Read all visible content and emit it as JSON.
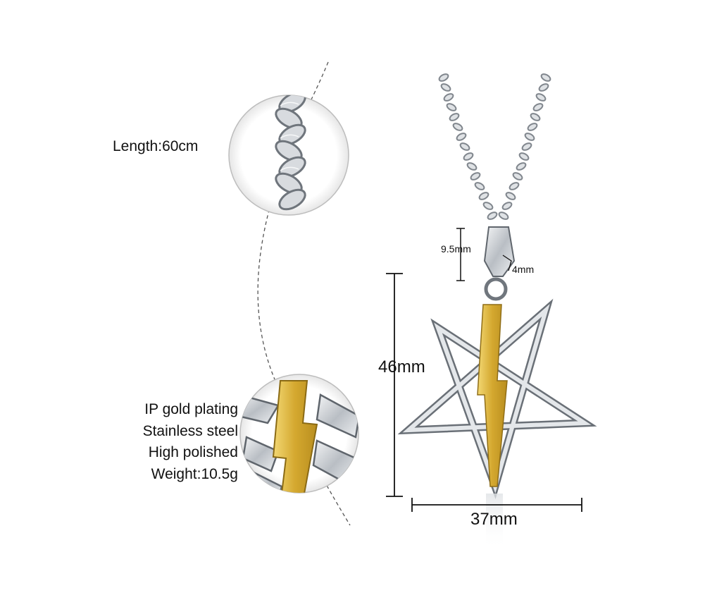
{
  "chain_info": {
    "length_label": "Length:60cm"
  },
  "specs": {
    "lines": [
      "IP gold plating",
      "Stainless steel",
      "High polished",
      "Weight:10.5g"
    ]
  },
  "dimensions": {
    "height_label": "46mm",
    "width_label": "37mm",
    "bail_height_label": "9.5mm",
    "bail_width_label": "4mm"
  },
  "colors": {
    "silver": "#c9cdd2",
    "silver_dark": "#7d838a",
    "gold": "#d9b23b",
    "gold_dark": "#a5801c",
    "line": "#111111"
  }
}
